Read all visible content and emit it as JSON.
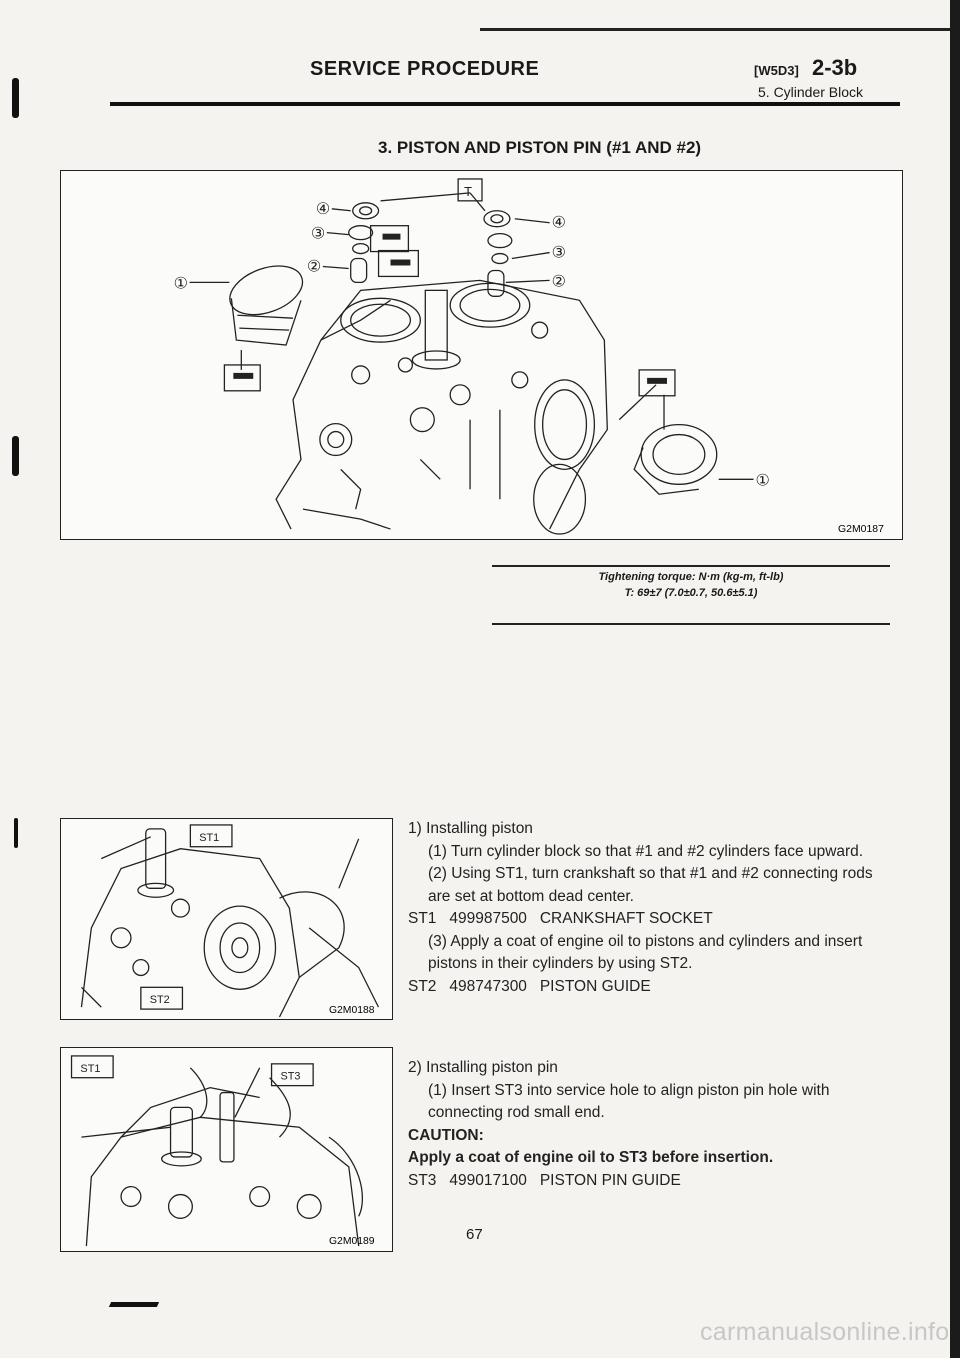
{
  "header": {
    "title": "SERVICE PROCEDURE",
    "code": "[W5D3]",
    "section": "2-3b",
    "subsection": "5. Cylinder Block"
  },
  "section_heading": "3. PISTON AND PISTON PIN (#1 AND #2)",
  "figures": {
    "main": {
      "id": "G2M0187",
      "callouts": [
        "①",
        "②",
        "③",
        "④",
        "T"
      ]
    },
    "fig2": {
      "id": "G2M0188",
      "tags": [
        "ST1",
        "ST2"
      ]
    },
    "fig3": {
      "id": "G2M0189",
      "tags": [
        "ST1",
        "ST3"
      ]
    }
  },
  "torque": {
    "label": "Tightening torque: N·m (kg-m, ft-lb)",
    "value": "T: 69±7 (7.0±0.7, 50.6±5.1)"
  },
  "step1": {
    "title": "1) Installing piston",
    "sub1": "(1) Turn cylinder block so that #1 and #2 cylinders face upward.",
    "sub2": "(2) Using ST1, turn crankshaft so that #1 and #2 connecting rods are set at bottom dead center.",
    "tool1": "ST1   499987500   CRANKSHAFT SOCKET",
    "sub3": "(3) Apply a coat of engine oil to pistons and cylinders and insert pistons in their cylinders by using ST2.",
    "tool2": "ST2   498747300   PISTON GUIDE"
  },
  "step2": {
    "title": "2) Installing piston pin",
    "sub1": "(1) Insert ST3 into service hole to align piston pin hole with connecting rod small end.",
    "caution_head": "CAUTION:",
    "caution_text": "Apply a coat of engine oil to ST3 before insertion.",
    "tool3": "ST3   499017100   PISTON PIN GUIDE"
  },
  "page_number": "67",
  "watermark": "carmanualsonline.info"
}
